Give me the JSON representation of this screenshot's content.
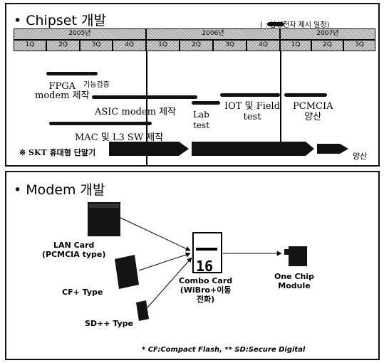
{
  "chipset": {
    "title": "• Chipset 개발",
    "legend": "( : 삼성전자 제시 일정)",
    "years": [
      "2005년",
      "2006년",
      "2007년"
    ],
    "quarters": [
      "1Q",
      "2Q",
      "3Q",
      "4Q",
      "1Q",
      "2Q",
      "3Q",
      "4Q",
      "1Q",
      "2Q",
      "3Q"
    ],
    "tasks": {
      "fpga": "FPGA\nmodem 제작",
      "inspect": "기능검증",
      "asic": "ASIC modem 제작",
      "lab": "Lab\ntest",
      "iot": "IOT 및 Field\ntest",
      "pcmcia": "PCMCIA\n양산",
      "mac": "MAC 및 L3 SW 제작",
      "skt": "※ SKT 휴대형 단말기",
      "mass": "양산"
    }
  },
  "modem": {
    "title": "• Modem 개발",
    "lan_card": "LAN Card\n(PCMCIA type)",
    "cf_type": "CF+ Type",
    "sd_type": "SD++ Type",
    "combo_icon": "16",
    "combo_card": "Combo Card\n(WiBro+이동\n전화)",
    "one_chip": "One Chip\nModule",
    "footnote": "* CF:Compact Flash,  ** SD:Secure Digital"
  }
}
